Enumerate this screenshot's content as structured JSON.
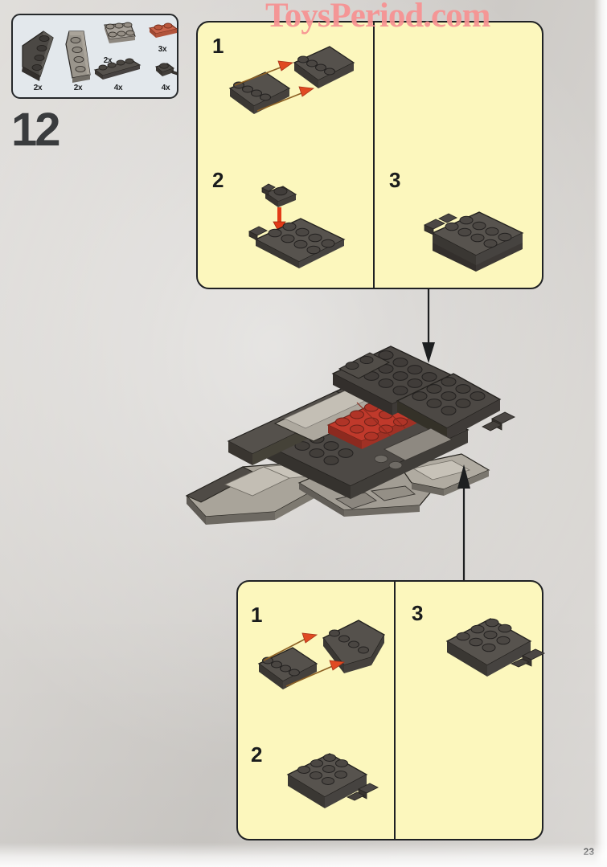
{
  "page": {
    "step_number": "12",
    "page_number": "23",
    "background_color": "#d8d5d1",
    "panel_color": "#fcf7bd",
    "panel_border_color": "#1f2123",
    "parts_box_color": "#e3e8ec"
  },
  "watermark": {
    "text": "ToysPeriod.com",
    "color": "#f79292"
  },
  "parts_inventory": {
    "title": "Parts needed for step 12",
    "items": [
      {
        "count": "2x",
        "part": "wedge-plate-left-dark-grey",
        "color": "#4e4b47"
      },
      {
        "count": "2x",
        "part": "wedge-plate-right-light-grey",
        "color": "#9a958d"
      },
      {
        "count": "2x",
        "part": "plate-2x3-light-grey",
        "color": "#a19c94"
      },
      {
        "count": "3x",
        "part": "plate-1x2-red",
        "color": "#c0563f"
      },
      {
        "count": "4x",
        "part": "plate-1x4-dark-grey",
        "color": "#57534e"
      },
      {
        "count": "4x",
        "part": "plate-1x1-clip-dark-grey",
        "color": "#4b4845"
      }
    ]
  },
  "top_panel": {
    "steps": [
      {
        "label": "1",
        "description": "Two dark grey 1x4 plates joined, red assembly arrows"
      },
      {
        "label": "2",
        "description": "Clip plate added on top of 2x4 stack, red down arrow"
      },
      {
        "label": "3",
        "description": "Completed sub-assembly with clip"
      }
    ],
    "arrow_color": "#d94a24"
  },
  "bottom_panel": {
    "steps": [
      {
        "label": "1",
        "description": "Dark grey 1x4 plate and wedge plate joined, red assembly arrows"
      },
      {
        "label": "2",
        "description": "Completed sub-assembly with clip detail"
      },
      {
        "label": "3",
        "description": "Completed sub-assembly, alternate view"
      }
    ],
    "arrow_color": "#d94a24"
  },
  "main_model": {
    "description": "Dark grey Star Wars starship partially assembled with red cockpit plates and light grey wings",
    "colors": {
      "dark_grey": "#4a4845",
      "mid_grey": "#6d6a66",
      "light_grey": "#b9b4ab",
      "red": "#c0392b",
      "outline": "#23211f"
    }
  },
  "flow_arrows": {
    "top_to_model": "down",
    "bottom_to_model": "up",
    "color": "#1d1f20"
  }
}
